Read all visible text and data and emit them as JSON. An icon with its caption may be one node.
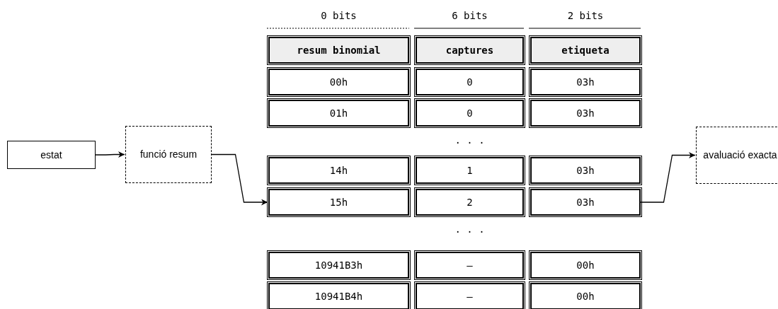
{
  "diagram": {
    "nodes": [
      {
        "text": [
          "resum binomial"
        ]
      },
      {
        "text": [
          "captures"
        ]
      },
      {
        "text": [
          "etiqueta"
        ]
      },
      {
        "text": [
          "00h"
        ]
      },
      {
        "text": [
          "0"
        ]
      },
      {
        "text": [
          "03h"
        ]
      },
      {
        "text": [
          "01h"
        ]
      },
      {
        "text": [
          "0"
        ]
      },
      {
        "text": [
          "03h"
        ]
      },
      {
        "text": [
          "14h"
        ]
      },
      {
        "text": [
          "1"
        ]
      },
      {
        "text": [
          "03h"
        ]
      },
      {
        "text": [
          "15h"
        ]
      },
      {
        "text": [
          "2"
        ]
      },
      {
        "text": [
          "03h"
        ]
      },
      {
        "text": [
          "10941B3h"
        ]
      },
      {
        "text": [
          "–"
        ]
      },
      {
        "text": [
          "00h"
        ]
      },
      {
        "text": [
          "10941B4h"
        ]
      },
      {
        "text": [
          "–"
        ]
      },
      {
        "text": [
          "00h"
        ]
      },
      {
        "text": [
          "estat"
        ]
      },
      {
        "text": [
          "funció resum"
        ]
      },
      {
        "text": [
          "avaluació exacta"
        ]
      }
    ],
    "edges": [
      {
        "from": 21,
        "to": 22,
        "arrow": "to"
      },
      {
        "from": 22,
        "to": 12,
        "arrow": "to"
      },
      {
        "from": 14,
        "to": 23,
        "arrow": "to"
      }
    ],
    "labels": [
      "0 bits",
      "6 bits",
      "2 bits",
      ". . .",
      ". . ."
    ]
  }
}
